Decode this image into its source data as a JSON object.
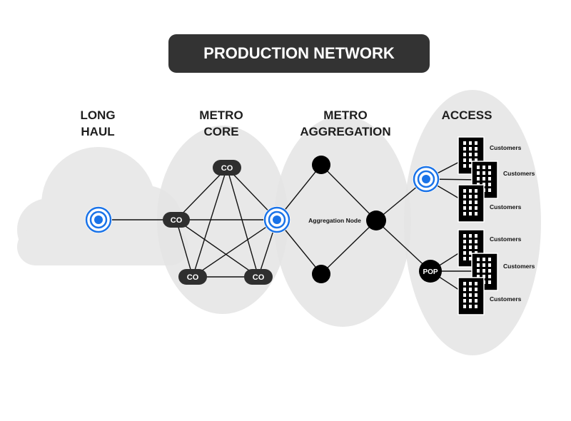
{
  "title": "PRODUCTION NETWORK",
  "segments": {
    "long_haul": [
      "LONG",
      "HAUL"
    ],
    "metro_core": [
      "METRO",
      "CORE"
    ],
    "metro_aggregation": [
      "METRO",
      "AGGREGATION"
    ],
    "access": [
      "ACCESS"
    ]
  },
  "nodes": {
    "co_label": "CO",
    "pop_label": "POP",
    "aggregation_label": "Aggregation Node",
    "customers_label": "Customers"
  },
  "colors": {
    "banner": "#333333",
    "zone_fill": "#e6e6e6",
    "node_dark": "#2f2f2f",
    "node_black": "#000000",
    "ring_blue": "#1a73e8",
    "link": "#111111"
  },
  "icons": [
    "cloud-icon",
    "radio-node-icon",
    "building-icon"
  ]
}
